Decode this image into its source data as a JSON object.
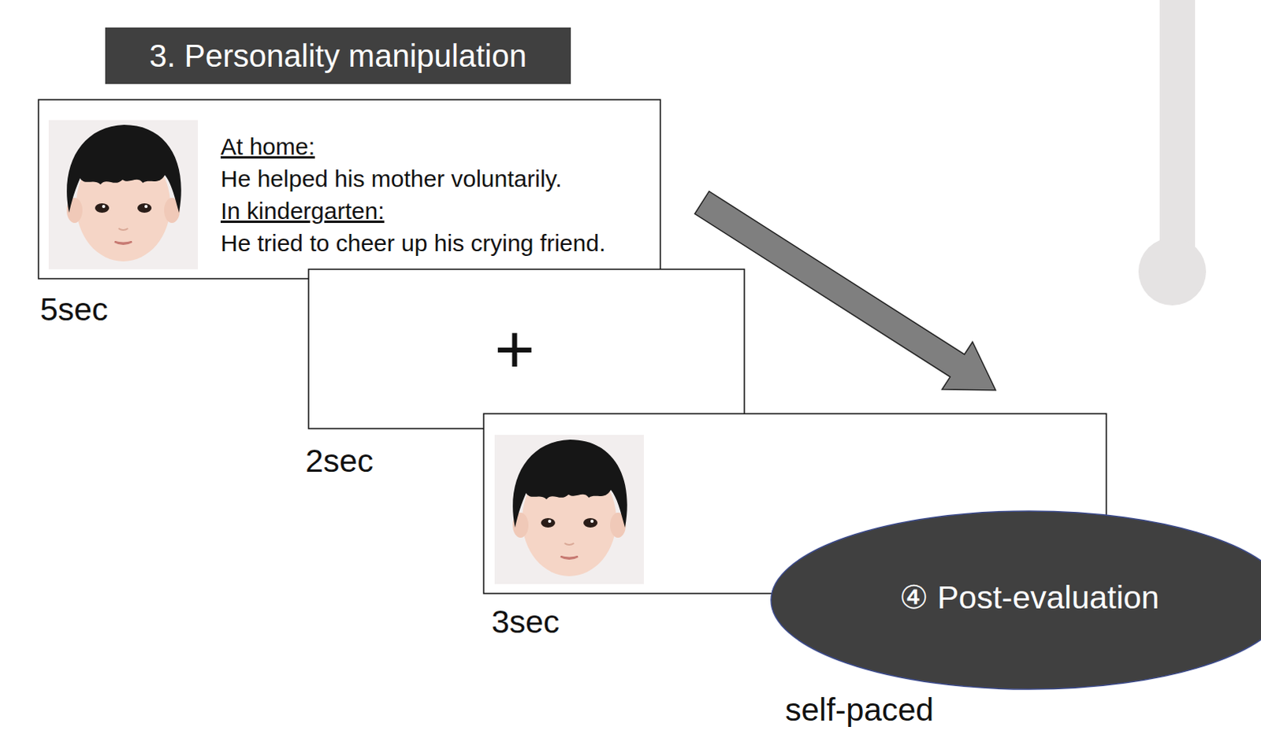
{
  "diagram": {
    "nodes": [
      {
        "text": [
          "3. Personality manipulation"
        ]
      },
      {
        "text": [
          "At home:",
          "He helped his mother voluntarily.",
          "In kindergarten:",
          "He tried to cheer up his crying friend."
        ]
      },
      {
        "text": [
          "+"
        ]
      },
      {
        "text": [
          "④ Post-evaluation"
        ]
      }
    ],
    "labels": [
      "5sec",
      "2sec",
      "3sec",
      "self-paced"
    ]
  }
}
